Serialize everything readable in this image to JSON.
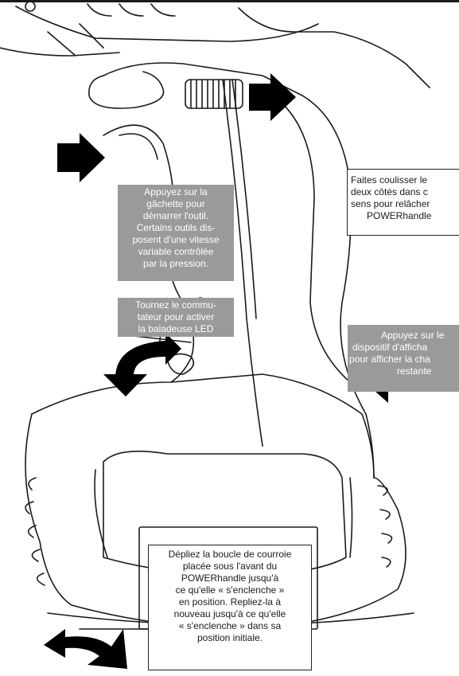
{
  "colors": {
    "caption_gray": "#9a9a9a",
    "caption_text": "#ffffff",
    "line_art": "#1a1a1a",
    "arrow_fill": "#000000"
  },
  "callouts": {
    "trigger": [
      "Appuyez sur la",
      "gâchette pour",
      "démarrer l'outil.",
      "Certains outils dis-",
      "posent d'une vitesse",
      "variable contrôlée",
      "par la pression."
    ],
    "led_switch": [
      "Tournez le commu-",
      "tateur pour activer",
      "la baladeuse LED"
    ],
    "slide_release": [
      "Faites coulisser le",
      "deux côtés dans c",
      "sens pour relâcher",
      "POWERhandle"
    ],
    "display": [
      "Appuyez sur le",
      "dispositif d'afficha",
      "pour afficher la cha",
      "restante"
    ],
    "strap_loop": [
      "Dépliez la boucle de courroie",
      "placée sous l'avant du",
      "POWERhandle jusqu'à",
      "ce qu'elle « s'enclenche »",
      "en position. Repliez-la à",
      "nouveau jusqu'à ce qu'elle",
      "« s'enclenche » dans sa",
      "position initiale."
    ]
  }
}
